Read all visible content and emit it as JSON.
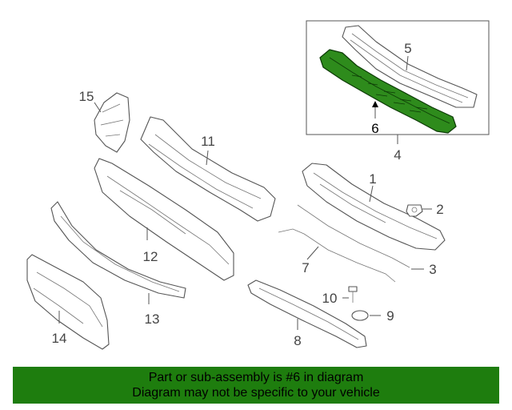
{
  "callouts": {
    "c1": "1",
    "c2": "2",
    "c3": "3",
    "c4": "4",
    "c5": "5",
    "c6": "6",
    "c7": "7",
    "c8": "8",
    "c9": "9",
    "c10": "10",
    "c11": "11",
    "c12": "12",
    "c13": "13",
    "c14": "14",
    "c15": "15"
  },
  "banner": {
    "line1": "Part or sub-assembly is #6 in diagram",
    "line2": "Diagram may not be specific to your vehicle"
  },
  "colors": {
    "highlight": "#2e8b1c",
    "banner": "#1e7d0e"
  }
}
